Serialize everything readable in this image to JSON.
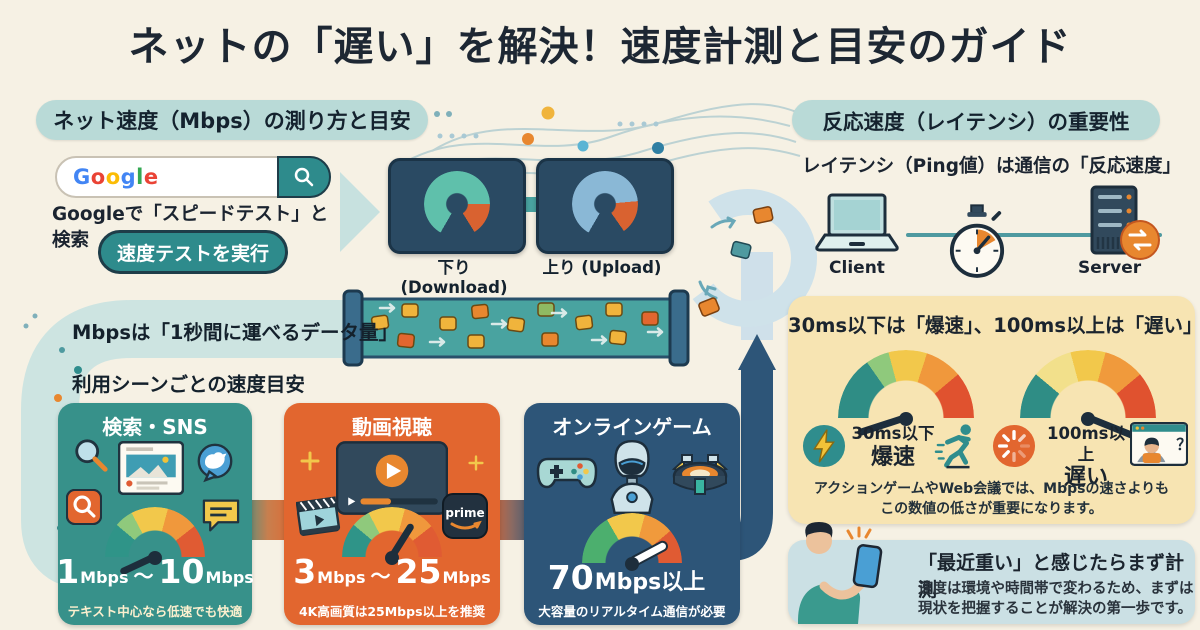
{
  "palette": {
    "background": "#f6f1e4",
    "teal": "#37918a",
    "orange": "#e2662f",
    "navy_card": "#2d5578",
    "panel_navy": "#2a4a63",
    "pill_teal": "#b9dad7",
    "yellow_panel": "#f7e4b2",
    "cta_card_blue": "#cbe0e4",
    "text_dark": "#1d2733",
    "button_teal": "#2e8b8c"
  },
  "title": "ネットの「遅い」を解決！速度計測と目安のガイド",
  "left": {
    "section_header": "ネット速度（Mbps）の測り方と目安",
    "google": {
      "letters": [
        "G",
        "o",
        "o",
        "g",
        "l",
        "e"
      ],
      "caption": "Googleで「スピードテスト」と検索",
      "run_button": "速度テストを実行"
    },
    "download_label": "下り (Download)",
    "upload_label": "上り (Upload)",
    "pipe_caption": "Mbpsは「1秒間に運べるデータ量」",
    "usage_heading": "利用シーンごとの速度目安",
    "cards": [
      {
        "title": "検索・SNS",
        "v1": "1",
        "u1": "Mbps",
        "sep": "～",
        "v2": "10",
        "u2": "Mbps",
        "caption": "テキスト中心なら低速でも快適",
        "icons": [
          "magnifier-icon",
          "sns-post-icon",
          "twitter-icon",
          "search-app-icon",
          "chat-bubble-icon",
          "speed-gauge-low"
        ]
      },
      {
        "title": "動画視聴",
        "v1": "3",
        "u1": "Mbps",
        "sep": "～",
        "v2": "25",
        "u2": "Mbps",
        "caption": "4K高画質は25Mbps以上を推奨",
        "prime_label": "prime",
        "icons": [
          "clapperboard-icon",
          "video-player-icon",
          "prime-video-icon",
          "speed-gauge-mid"
        ]
      },
      {
        "title": "オンラインゲーム",
        "v1": "70",
        "u1": "Mbps以上",
        "sep": "",
        "v2": "",
        "u2": "",
        "caption": "大容量のリアルタイム通信が必要",
        "icons": [
          "gamepad-icon",
          "robot-icon",
          "stadium-icon",
          "speed-gauge-high"
        ]
      }
    ]
  },
  "right": {
    "section_header": "反応速度（レイテンシ）の重要性",
    "subtitle": "レイテンシ（Ping値）は通信の「反応速度」",
    "client_label": "Client",
    "server_label": "Server",
    "latency_panel": {
      "heading": "30ms以下は「爆速」、100ms以上は「遅い」",
      "fast_value": "30ms以下",
      "fast_label": "爆速",
      "slow_value": "100ms以上",
      "slow_label": "遅い",
      "video_question": "？",
      "note_line1": "アクションゲームやWeb会議では、Mbpsの速さよりも",
      "note_line2": "この数値の低さが重要になります。"
    },
    "cta": {
      "title": "「最近重い」と感じたらまず計測",
      "body_line1": "速度は環境や時間帯で変わるため、まずは",
      "body_line2": "現状を把握することが解決の第一歩です。"
    }
  }
}
